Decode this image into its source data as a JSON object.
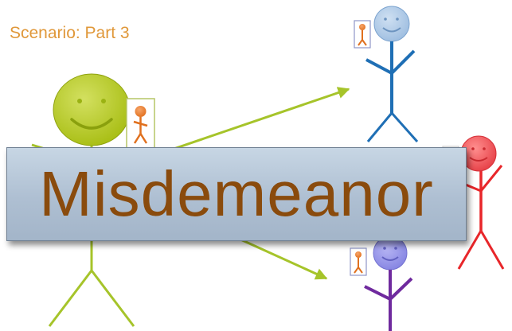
{
  "slide": {
    "title": "Scenario: Part 3",
    "banner_text": "Misdemeanor"
  },
  "colors": {
    "title": "#e0983a",
    "banner_text": "#8a4b0d",
    "banner_fill": "#b2c3d6",
    "arrow": "#a6c42a",
    "figure_large": "#a6c42a",
    "figure_top": "#1f6fb5",
    "figure_right": "#e8262a",
    "figure_bottom": "#6f2a9e",
    "small_figure": "#e0701e"
  },
  "icons": [
    "stick-figure",
    "smiley-face",
    "small-figure-card",
    "arrow"
  ]
}
